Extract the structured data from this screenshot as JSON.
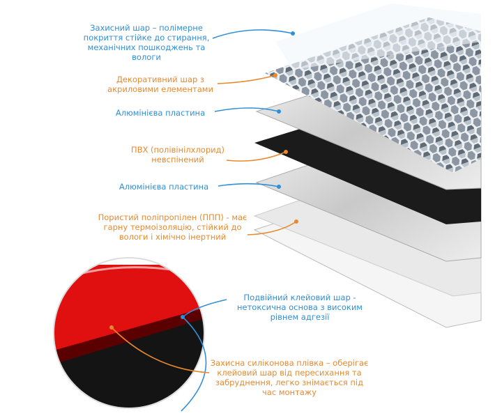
{
  "colors": {
    "blue": "#2f8fd8",
    "orange": "#e8892e",
    "red": "#e01010",
    "black": "#1a1a1a"
  },
  "labels": {
    "protective": "Захисний шар – полімерне покриття стійке до стирання, механічних пошкоджень та вологи",
    "decorative": "Декоративний шар з акриловими елементами",
    "aluminum1": "Алюмінієва пластина",
    "pvc": "ПВХ (полівінілхлорид) невспінений",
    "aluminum2": "Алюмінієва пластина",
    "polypropylene": "Пористий поліпропілен (ППП) - має гарну термоізоляцію, стійкий до вологи і хімічно інертний",
    "adhesive": "Подвійний клейовий шар - нетоксична основа з високим рівнем адгезії",
    "silicone": "Захисна силіконова плівка – оберігає клейовий шар від пересихання та забруднення, легко знімається під час монтажу"
  }
}
